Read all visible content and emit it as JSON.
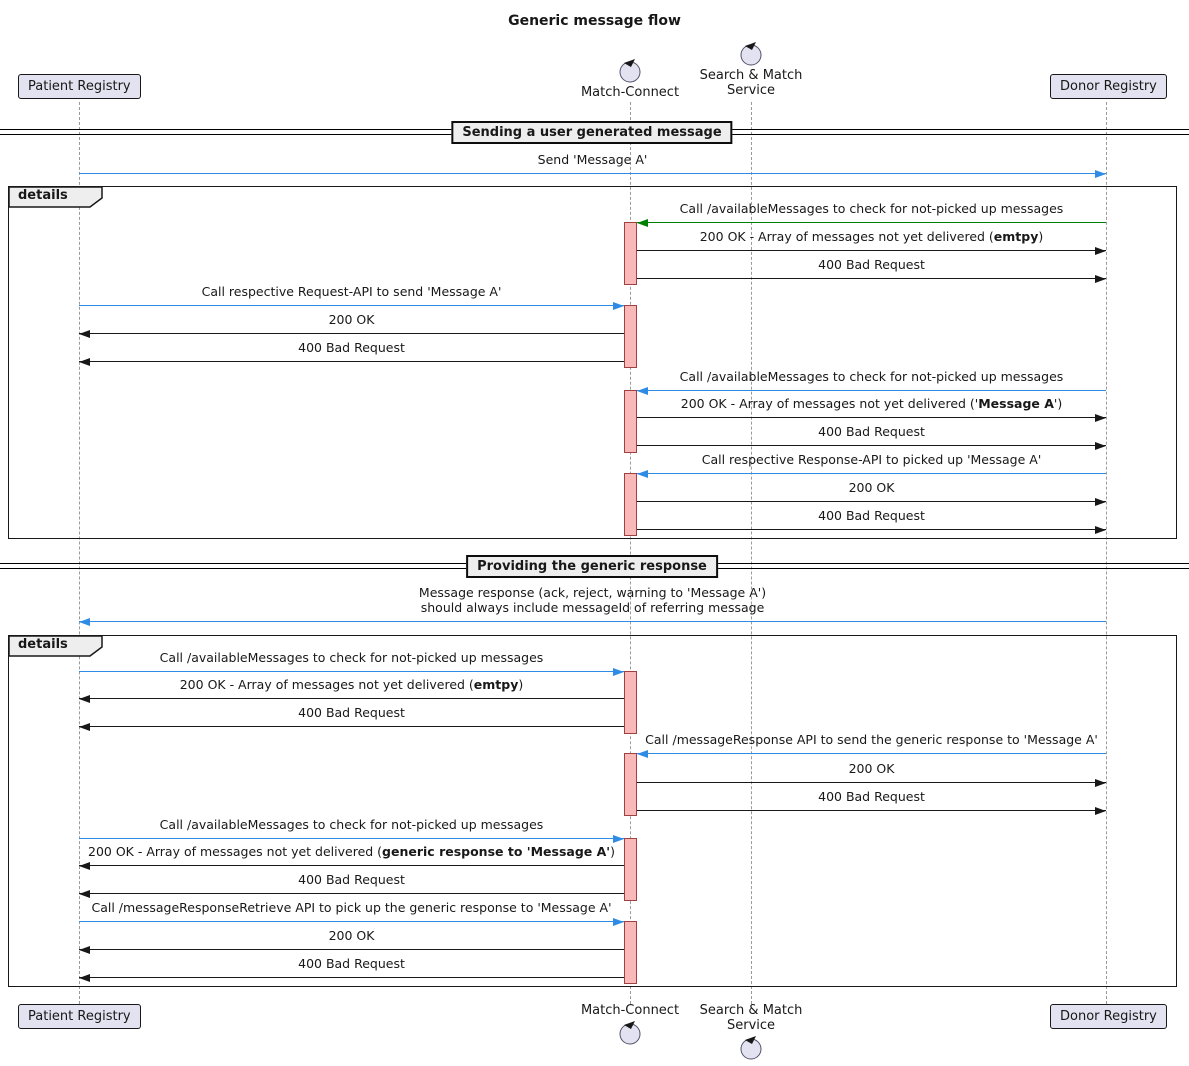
{
  "title": "Generic message flow",
  "participants": {
    "patient": {
      "label": "Patient Registry",
      "type": "participant"
    },
    "mc": {
      "label": "Match-Connect",
      "type": "control"
    },
    "sms": {
      "label": "Search & Match\nService",
      "type": "control"
    },
    "donor": {
      "label": "Donor Registry",
      "type": "participant"
    }
  },
  "dividers": [
    {
      "label": "Sending a user generated message"
    },
    {
      "label": "Providing the generic response"
    }
  ],
  "frames": [
    {
      "label": "details"
    },
    {
      "label": "details"
    }
  ],
  "colors": {
    "arrow_blue": "#2E8BE6",
    "arrow_green": "#008000",
    "arrow_black": "#181818",
    "participant_fill": "#E2E2F0",
    "participant_border": "#181818",
    "divider_fill": "#EEEEEE",
    "frame_label_fill": "#EEEEEE",
    "activation_fill": "#F9B9B9",
    "activation_border": "#A04040",
    "lifeline": "#9a9a9a"
  },
  "messages": [
    {
      "from": "patient",
      "to": "donor",
      "color": "blue",
      "lines": [
        [
          {
            "t": "Send 'Message A'"
          }
        ]
      ]
    },
    {
      "from": "donor",
      "to": "mc",
      "color": "green",
      "lines": [
        [
          {
            "t": "Call /availableMessages to check for not-picked up messages"
          }
        ]
      ]
    },
    {
      "from": "mc",
      "to": "donor",
      "color": "black",
      "lines": [
        [
          {
            "t": "200 OK - Array of messages not yet delivered ("
          },
          {
            "t": "emtpy",
            "b": 1
          },
          {
            "t": ")"
          }
        ]
      ]
    },
    {
      "from": "mc",
      "to": "donor",
      "color": "black",
      "lines": [
        [
          {
            "t": "400 Bad Request"
          }
        ]
      ]
    },
    {
      "from": "patient",
      "to": "mc",
      "color": "blue",
      "lines": [
        [
          {
            "t": "Call respective Request-API to send 'Message A'"
          }
        ]
      ]
    },
    {
      "from": "mc",
      "to": "patient",
      "color": "black",
      "lines": [
        [
          {
            "t": "200 OK"
          }
        ]
      ]
    },
    {
      "from": "mc",
      "to": "patient",
      "color": "black",
      "lines": [
        [
          {
            "t": "400 Bad Request"
          }
        ]
      ]
    },
    {
      "from": "donor",
      "to": "mc",
      "color": "blue",
      "lines": [
        [
          {
            "t": "Call /availableMessages to check for not-picked up messages"
          }
        ]
      ]
    },
    {
      "from": "mc",
      "to": "donor",
      "color": "black",
      "lines": [
        [
          {
            "t": "200 OK - Array of messages not yet delivered ('"
          },
          {
            "t": "Message A",
            "b": 1
          },
          {
            "t": "')"
          }
        ]
      ]
    },
    {
      "from": "mc",
      "to": "donor",
      "color": "black",
      "lines": [
        [
          {
            "t": "400 Bad Request"
          }
        ]
      ]
    },
    {
      "from": "donor",
      "to": "mc",
      "color": "blue",
      "lines": [
        [
          {
            "t": "Call respective Response-API to picked up 'Message A'"
          }
        ]
      ]
    },
    {
      "from": "mc",
      "to": "donor",
      "color": "black",
      "lines": [
        [
          {
            "t": "200 OK"
          }
        ]
      ]
    },
    {
      "from": "mc",
      "to": "donor",
      "color": "black",
      "lines": [
        [
          {
            "t": "400 Bad Request"
          }
        ]
      ]
    },
    {
      "from": "donor",
      "to": "patient",
      "color": "blue",
      "lines": [
        [
          {
            "t": "Message response (ack, reject, warning to 'Message A')"
          }
        ],
        [
          {
            "t": "should always include messageId of referring message"
          }
        ]
      ]
    },
    {
      "from": "patient",
      "to": "mc",
      "color": "blue",
      "lines": [
        [
          {
            "t": "Call /availableMessages to check for not-picked up messages"
          }
        ]
      ]
    },
    {
      "from": "mc",
      "to": "patient",
      "color": "black",
      "lines": [
        [
          {
            "t": "200 OK - Array of messages not yet delivered ("
          },
          {
            "t": "emtpy",
            "b": 1
          },
          {
            "t": ")"
          }
        ]
      ]
    },
    {
      "from": "mc",
      "to": "patient",
      "color": "black",
      "lines": [
        [
          {
            "t": "400 Bad Request"
          }
        ]
      ]
    },
    {
      "from": "donor",
      "to": "mc",
      "color": "blue",
      "lines": [
        [
          {
            "t": "Call /messageResponse API to send the generic response to 'Message A'"
          }
        ]
      ]
    },
    {
      "from": "mc",
      "to": "donor",
      "color": "black",
      "lines": [
        [
          {
            "t": "200 OK"
          }
        ]
      ]
    },
    {
      "from": "mc",
      "to": "donor",
      "color": "black",
      "lines": [
        [
          {
            "t": "400 Bad Request"
          }
        ]
      ]
    },
    {
      "from": "patient",
      "to": "mc",
      "color": "blue",
      "lines": [
        [
          {
            "t": "Call /availableMessages to check for not-picked up messages"
          }
        ]
      ]
    },
    {
      "from": "mc",
      "to": "patient",
      "color": "black",
      "lines": [
        [
          {
            "t": "200 OK - Array of messages not yet delivered ("
          },
          {
            "t": "generic response to 'Message A'",
            "b": 1
          },
          {
            "t": ")"
          }
        ]
      ]
    },
    {
      "from": "mc",
      "to": "patient",
      "color": "black",
      "lines": [
        [
          {
            "t": "400 Bad Request"
          }
        ]
      ]
    },
    {
      "from": "patient",
      "to": "mc",
      "color": "blue",
      "lines": [
        [
          {
            "t": "Call /messageResponseRetrieve API to pick up the generic response to 'Message A'"
          }
        ]
      ]
    },
    {
      "from": "mc",
      "to": "patient",
      "color": "black",
      "lines": [
        [
          {
            "t": "200 OK"
          }
        ]
      ]
    },
    {
      "from": "mc",
      "to": "patient",
      "color": "black",
      "lines": [
        [
          {
            "t": "400 Bad Request"
          }
        ]
      ]
    }
  ]
}
